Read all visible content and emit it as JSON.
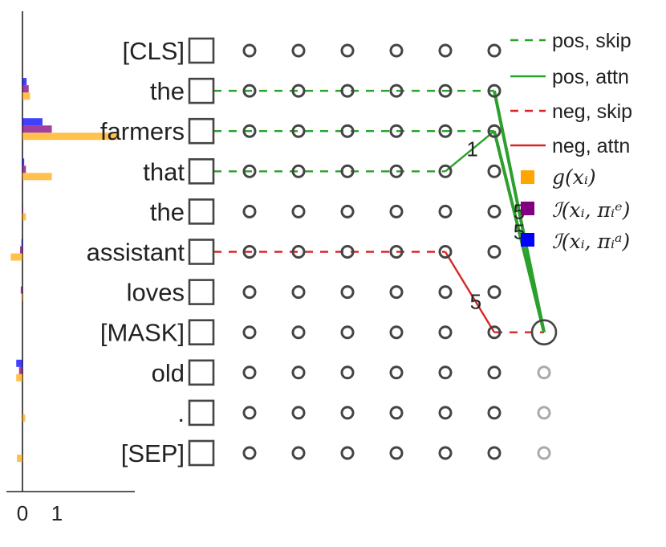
{
  "tokens": [
    "[CLS]",
    "the",
    "farmers",
    "that",
    "the",
    "assistant",
    "loves",
    "[MASK]",
    "old",
    ".",
    "[SEP]"
  ],
  "bar_axis": {
    "ticks": [
      "0",
      "1"
    ]
  },
  "legend": [
    {
      "label": "pos, skip",
      "kind": "line",
      "style": "dashed",
      "color": "#2ca02c"
    },
    {
      "label": "pos, attn",
      "kind": "line",
      "style": "solid",
      "color": "#2ca02c"
    },
    {
      "label": "neg, skip",
      "kind": "line",
      "style": "dashed",
      "color": "#d62728"
    },
    {
      "label": "neg, attn",
      "kind": "line",
      "style": "solid",
      "color": "#d62728"
    },
    {
      "label": "g(xᵢ)",
      "kind": "square",
      "color": "#ffa500"
    },
    {
      "label": "ℐ(xᵢ, πᵢᵉ)",
      "kind": "square",
      "color": "#800080"
    },
    {
      "label": "ℐ(xᵢ, πᵢᵃ)",
      "kind": "square",
      "color": "#0000ff"
    }
  ],
  "edge_labels": [
    {
      "text": "1",
      "from_layer": 4,
      "from_token": 3,
      "to_layer": 5,
      "to_token": 2
    },
    {
      "text": "5",
      "from_layer": 4,
      "from_token": 5,
      "to_layer": 5,
      "to_token": 7
    },
    {
      "text": "5",
      "from_layer": 5,
      "from_token": 1,
      "to_layer": 6,
      "to_token": 7
    },
    {
      "text": "5",
      "from_layer": 5,
      "from_token": 2,
      "to_layer": 6,
      "to_token": 7
    }
  ],
  "colors": {
    "pos": "#2ca02c",
    "neg": "#d62728",
    "g": "#ffa500",
    "ie": "#800080",
    "ia": "#0000ff",
    "node": "#444444",
    "node_faded": "#aaaaaa"
  },
  "bars": [
    {
      "token": "[CLS]",
      "g": 0.0,
      "ie": 0.0,
      "ia": 0.0
    },
    {
      "token": "the",
      "g": 0.22,
      "ie": 0.18,
      "ia": 0.12
    },
    {
      "token": "farmers",
      "g": 2.75,
      "ie": 0.85,
      "ia": 0.58
    },
    {
      "token": "that",
      "g": 0.85,
      "ie": 0.1,
      "ia": 0.05
    },
    {
      "token": "the",
      "g": 0.1,
      "ie": 0.02,
      "ia": 0.01
    },
    {
      "token": "assistant",
      "g": -0.34,
      "ie": -0.07,
      "ia": -0.03
    },
    {
      "token": "loves",
      "g": 0.03,
      "ie": -0.05,
      "ia": 0.01
    },
    {
      "token": "[MASK]",
      "g": 0.0,
      "ie": 0.0,
      "ia": 0.0
    },
    {
      "token": "old",
      "g": -0.18,
      "ie": -0.1,
      "ia": -0.18
    },
    {
      "token": ".",
      "g": 0.08,
      "ie": 0.01,
      "ia": 0.01
    },
    {
      "token": "[SEP]",
      "g": -0.16,
      "ie": 0.01,
      "ia": 0.01
    }
  ],
  "edges": [
    {
      "type": "pos-skip",
      "token": 1,
      "from_layer": 0,
      "to_layer": 5
    },
    {
      "type": "pos-skip",
      "token": 2,
      "from_layer": 0,
      "to_layer": 5
    },
    {
      "type": "pos-skip",
      "token": 3,
      "from_layer": 0,
      "to_layer": 4
    },
    {
      "type": "neg-skip",
      "token": 5,
      "from_layer": 0,
      "to_layer": 4
    },
    {
      "type": "neg-skip",
      "token": 7,
      "from_layer": 5,
      "to_layer": 6
    },
    {
      "type": "pos-attn",
      "from_layer": 4,
      "from_token": 3,
      "to_layer": 5,
      "to_token": 2
    },
    {
      "type": "pos-attn",
      "from_layer": 5,
      "from_token": 1,
      "to_layer": 6,
      "to_token": 7
    },
    {
      "type": "pos-attn",
      "from_layer": 5,
      "from_token": 2,
      "to_layer": 6,
      "to_token": 7
    },
    {
      "type": "neg-attn",
      "from_layer": 4,
      "from_token": 5,
      "to_layer": 5,
      "to_token": 7
    }
  ],
  "grid": {
    "layers": 7,
    "faded_layer": 6,
    "highlight": {
      "layer": 6,
      "token": 7
    }
  }
}
